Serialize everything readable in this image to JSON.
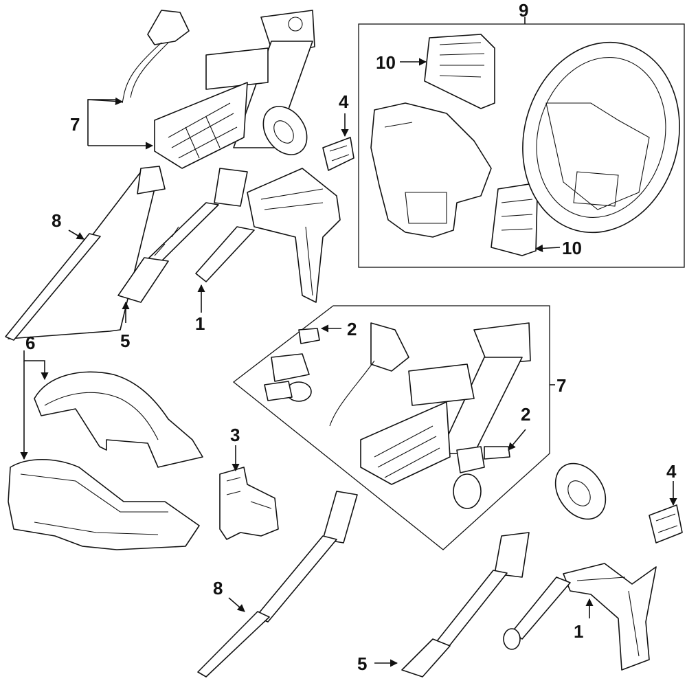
{
  "diagram": {
    "callouts": {
      "c1a": "1",
      "c1b": "1",
      "c2a": "2",
      "c2b": "2",
      "c3": "3",
      "c4a": "4",
      "c4b": "4",
      "c5a": "5",
      "c5b": "5",
      "c6": "6",
      "c7a": "7",
      "c7b": "7",
      "c8a": "8",
      "c8b": "8",
      "c9": "9",
      "c10a": "10",
      "c10b": "10"
    }
  }
}
